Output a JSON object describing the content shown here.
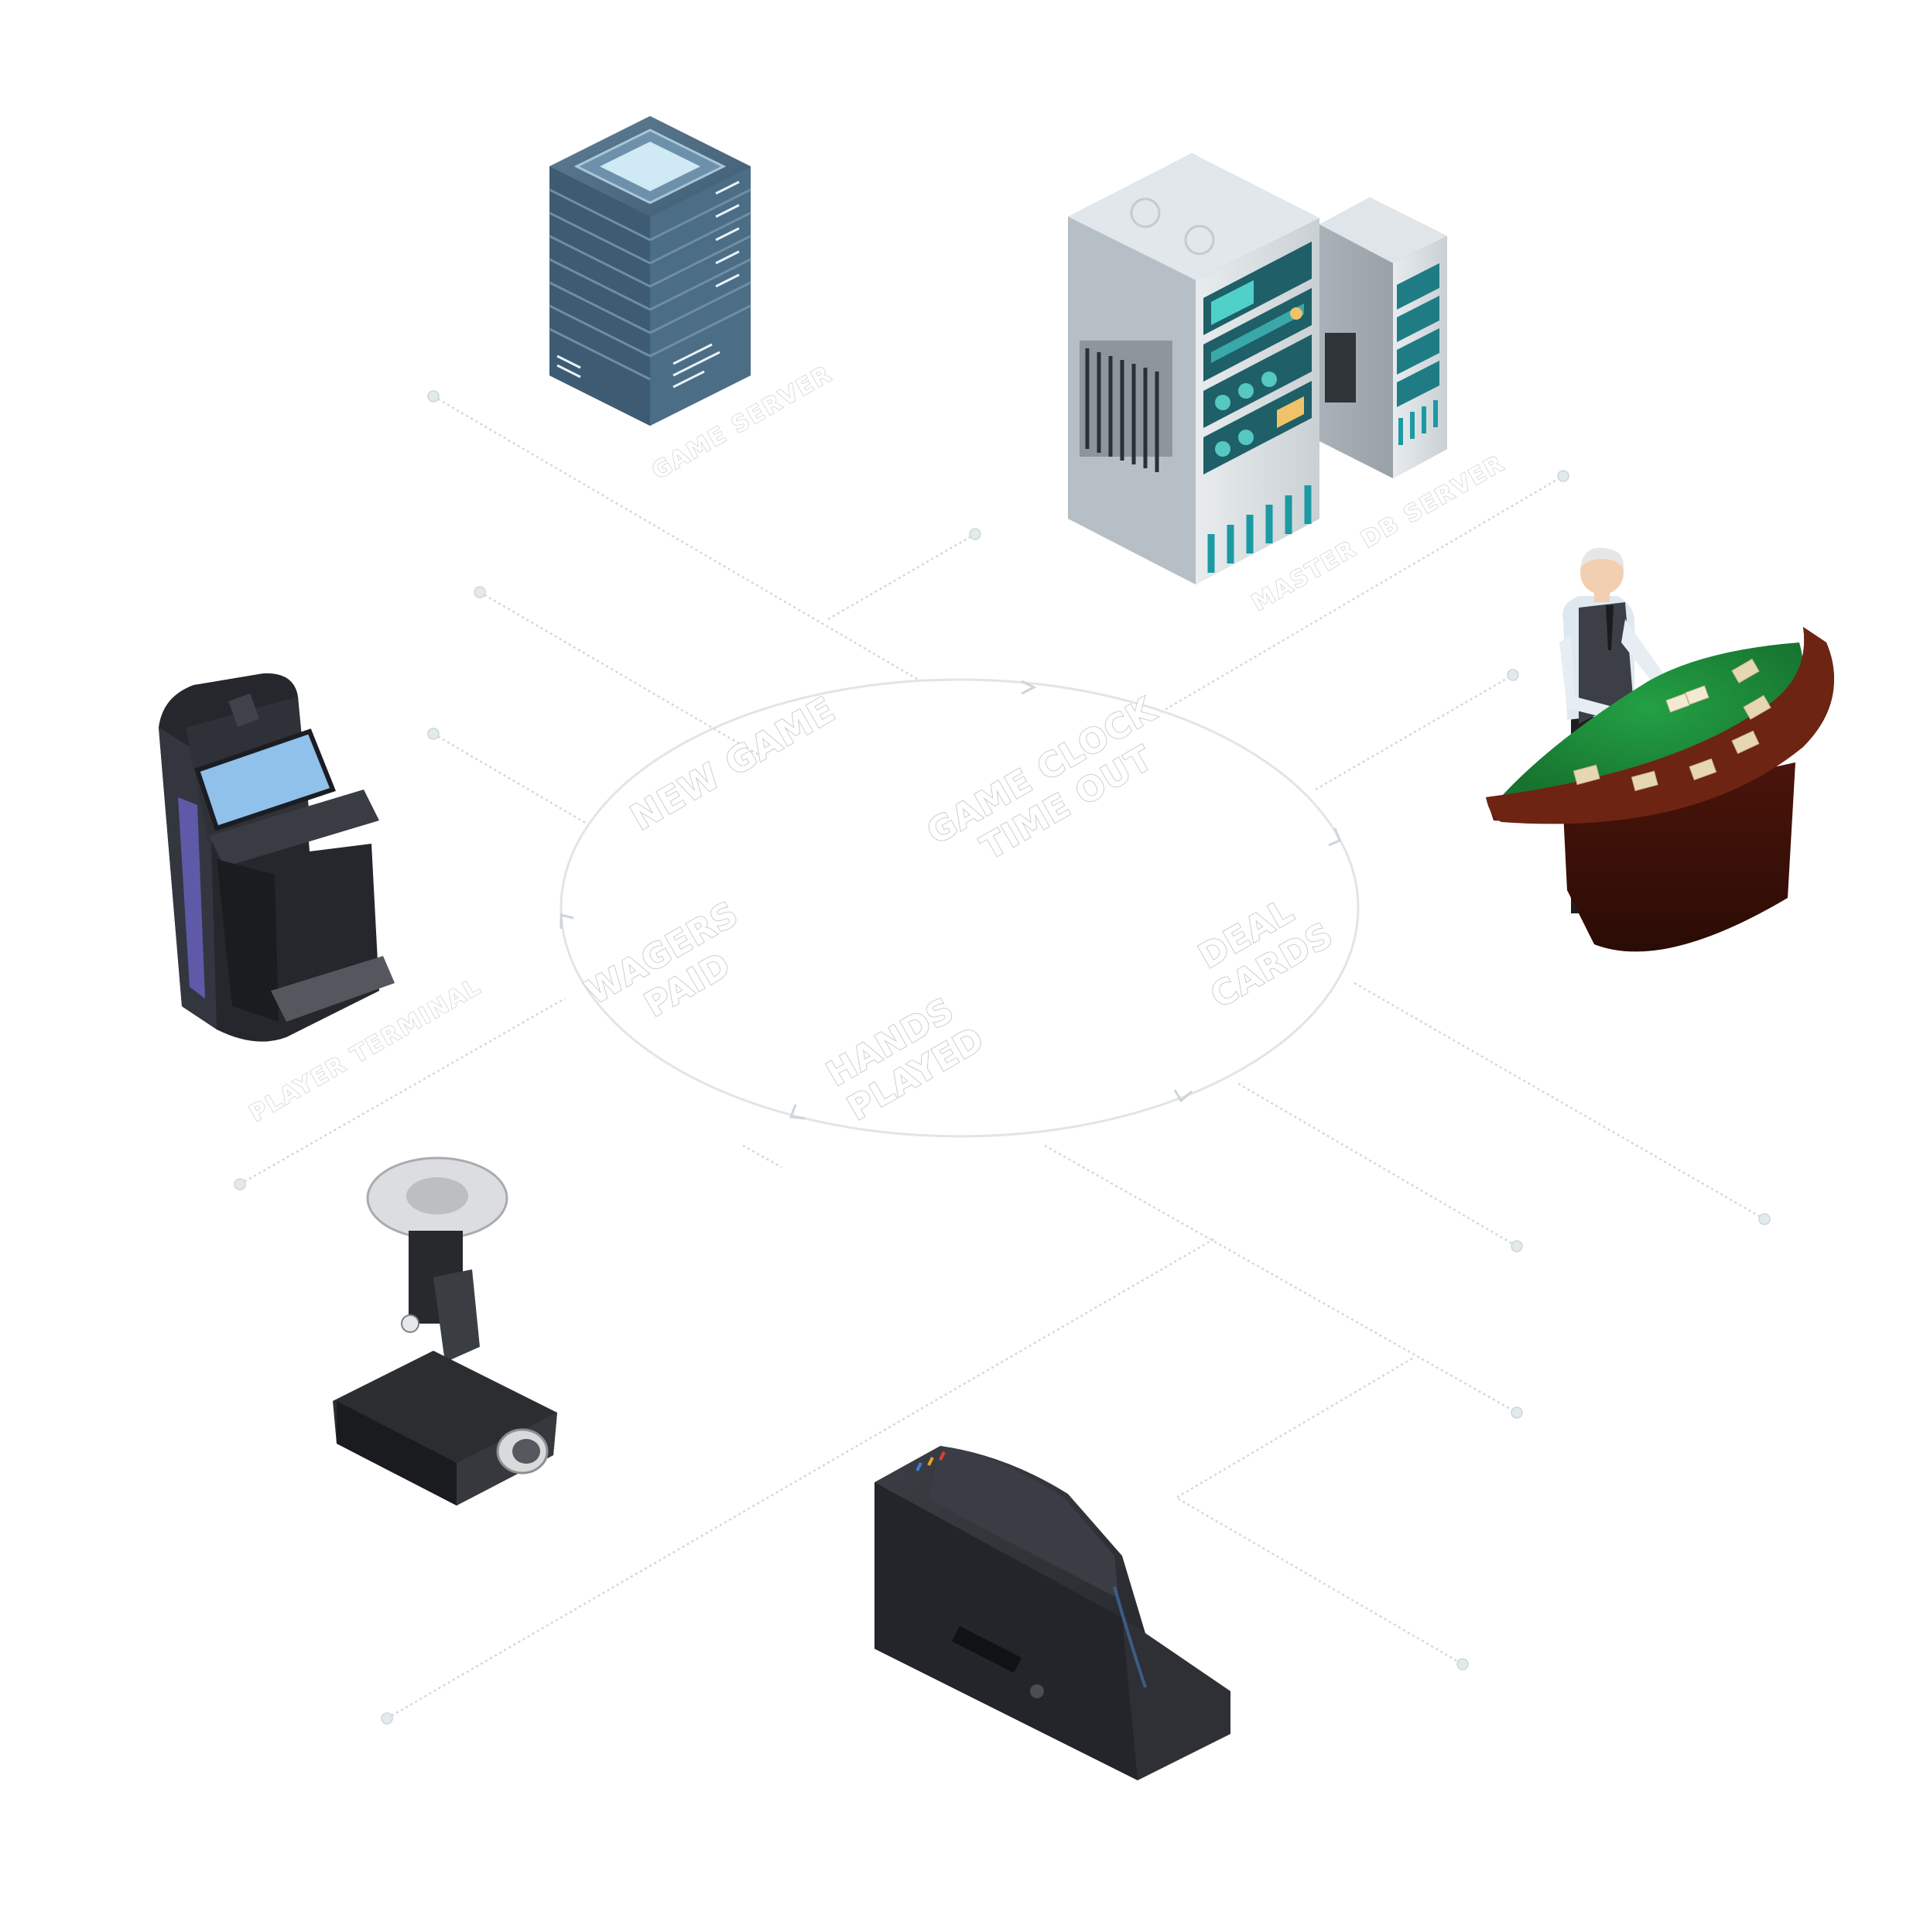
{
  "devices": {
    "game_server": {
      "label": "GAME SERVER",
      "icon": "game-server-icon"
    },
    "master_server": {
      "label": "MASTER DB SERVER",
      "icon": "rack-servers-icon"
    },
    "dealer_table": {
      "icon": "blackjack-dealer-table-icon"
    },
    "player_terminal": {
      "label": "PLAYER TERMINAL",
      "icon": "player-terminal-kiosk-icon"
    },
    "camera": {
      "icon": "security-camera-icon"
    },
    "card_shoe": {
      "icon": "card-shoe-reader-icon"
    }
  },
  "cycle": {
    "steps": [
      {
        "line1": "NEW GAME",
        "line2": ""
      },
      {
        "line1": "GAME CLOCK",
        "line2": "TIME OUT"
      },
      {
        "line1": "DEAL",
        "line2": "CARDS"
      },
      {
        "line1": "HANDS",
        "line2": "PLAYED"
      },
      {
        "line1": "WAGERS",
        "line2": "PAID"
      }
    ]
  },
  "colors": {
    "felt": "#1f8a3a",
    "table_wood": "#5a1d0c",
    "server_blue": "#3d5b73",
    "rack_teal": "#1c9aa3",
    "terminal_screen": "#8fc1ea",
    "device_dark": "#2c2f33"
  }
}
